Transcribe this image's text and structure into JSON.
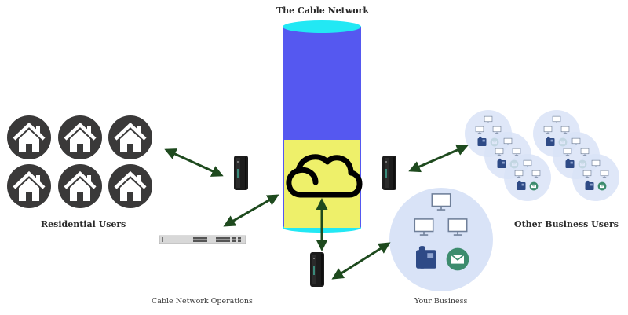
{
  "title": "The Cable Network",
  "labels": {
    "residential": "Residential Users",
    "operations": "Cable Network Operations",
    "your_business": "Your Business",
    "other_business": "Other Business Users"
  },
  "nodes": {
    "network": {
      "name": "The Cable Network",
      "icon": "cloud-icon"
    },
    "residential": {
      "name": "Residential Users",
      "icon": "house-icon",
      "count": 6
    },
    "operations": {
      "name": "Cable Network Operations",
      "icon": "network-switch-icon"
    },
    "your_business": {
      "name": "Your Business",
      "icons": [
        "monitor-icon",
        "monitor-icon",
        "monitor-icon",
        "desk-phone-icon",
        "email-icon"
      ]
    },
    "other_business": {
      "name": "Other Business Users",
      "groups": 6
    }
  },
  "modems": [
    "residential-modem",
    "other-business-modem",
    "your-business-modem"
  ],
  "connections": [
    {
      "from": "residential",
      "to": "residential-modem",
      "type": "bidirectional"
    },
    {
      "from": "residential-modem",
      "to": "network",
      "type": "link"
    },
    {
      "from": "operations",
      "to": "network",
      "type": "bidirectional"
    },
    {
      "from": "network",
      "to": "other-business-modem",
      "type": "link"
    },
    {
      "from": "other-business-modem",
      "to": "other_business",
      "type": "bidirectional"
    },
    {
      "from": "network",
      "to": "your-business-modem",
      "type": "bidirectional"
    },
    {
      "from": "your-business-modem",
      "to": "your_business",
      "type": "bidirectional"
    }
  ],
  "colors": {
    "cylinder_body": "#5558f0",
    "cylinder_top": "#22e8f4",
    "cylinder_fill": "#eef06a",
    "arrow": "#1e4a1e",
    "house_circle": "#3a3939",
    "business_circle": "#d9e3f7",
    "phone": "#2e4a86",
    "email": "#3d8c6e"
  }
}
